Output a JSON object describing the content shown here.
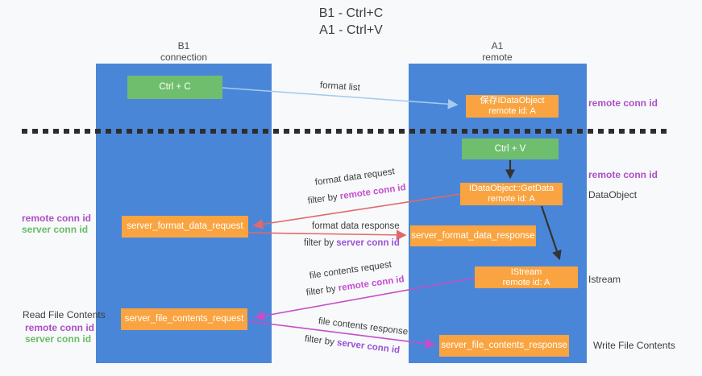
{
  "title": {
    "line1": "B1 - Ctrl+C",
    "line2": "A1 - Ctrl+V"
  },
  "columns": {
    "left": {
      "header_line1": "B1",
      "header_line2": "connection"
    },
    "right": {
      "header_line1": "A1",
      "header_line2": "remote"
    }
  },
  "boxes": {
    "ctrl_c": "Ctrl + C",
    "ctrl_v": "Ctrl + V",
    "save_idataobject": {
      "line1": "保存IDataObject",
      "line2": "remote id: A"
    },
    "getdata": {
      "line1": "IDataObject::GetData",
      "line2": "remote id: A"
    },
    "istream_box": {
      "line1": "IStream",
      "line2": "remote id: A"
    },
    "format_request": "server_format_data_request",
    "format_response": "server_format_data_response",
    "file_request": "server_file_contents_request",
    "file_response": "server_file_contents_response"
  },
  "labels": {
    "format_list": "format list",
    "format_data_request": "format data request",
    "format_data_response": "format data response",
    "file_contents_request": "file contents request",
    "file_contents_response": "file contents response",
    "filter_by": "filter by",
    "remote_conn_id": "remote conn id",
    "server_conn_id": "server conn id",
    "dataobject": "DataObject",
    "istream": "Istream",
    "read_file_contents": "Read File Contents",
    "write_file_contents": "Write File Contents"
  },
  "colors": {
    "background": "#f8f9fa",
    "column_blue": "#4a86d8",
    "box_green": "#6ebe6e",
    "box_orange": "#f9a441",
    "arrow_light_blue": "#a3cbee",
    "arrow_red": "#e0696a",
    "arrow_magenta": "#c44ec9",
    "arrow_black": "#333333",
    "text_purple": "#ab4fc6",
    "text_magenta": "#c44fd0",
    "text_violet": "#9b51d6",
    "text_green": "#67bd68"
  }
}
